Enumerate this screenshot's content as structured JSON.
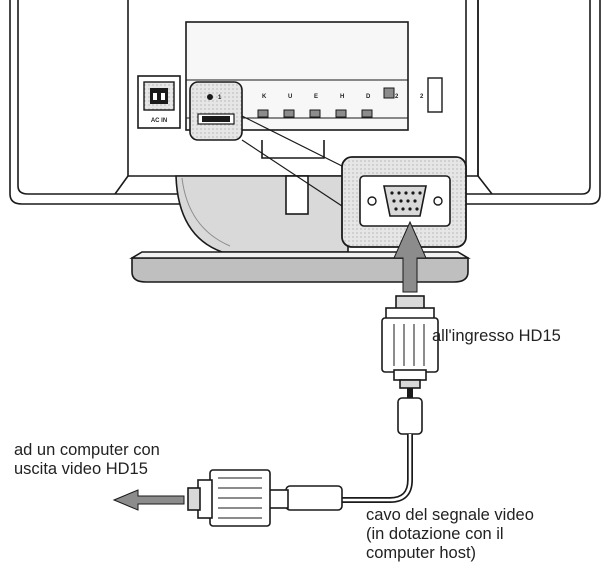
{
  "monitor": {
    "power_socket_label": "AC IN",
    "port_label": "1",
    "button_labels": [
      "K",
      "U",
      "E",
      "H",
      "D"
    ],
    "port_marks": [
      "2",
      "2"
    ]
  },
  "callouts": {
    "hd15_input_label": "all'ingresso HD15",
    "computer_output_lines": [
      "ad un computer con",
      "uscita video HD15"
    ],
    "video_cable_lines": [
      "cavo del segnale video",
      "(in dotazione con il",
      "computer host)"
    ]
  },
  "colors": {
    "line": "#1a1a1a",
    "gray_fill": "#d9d9d9",
    "dark_fill": "#8c8c8c",
    "light_fill": "#eeeeee"
  }
}
